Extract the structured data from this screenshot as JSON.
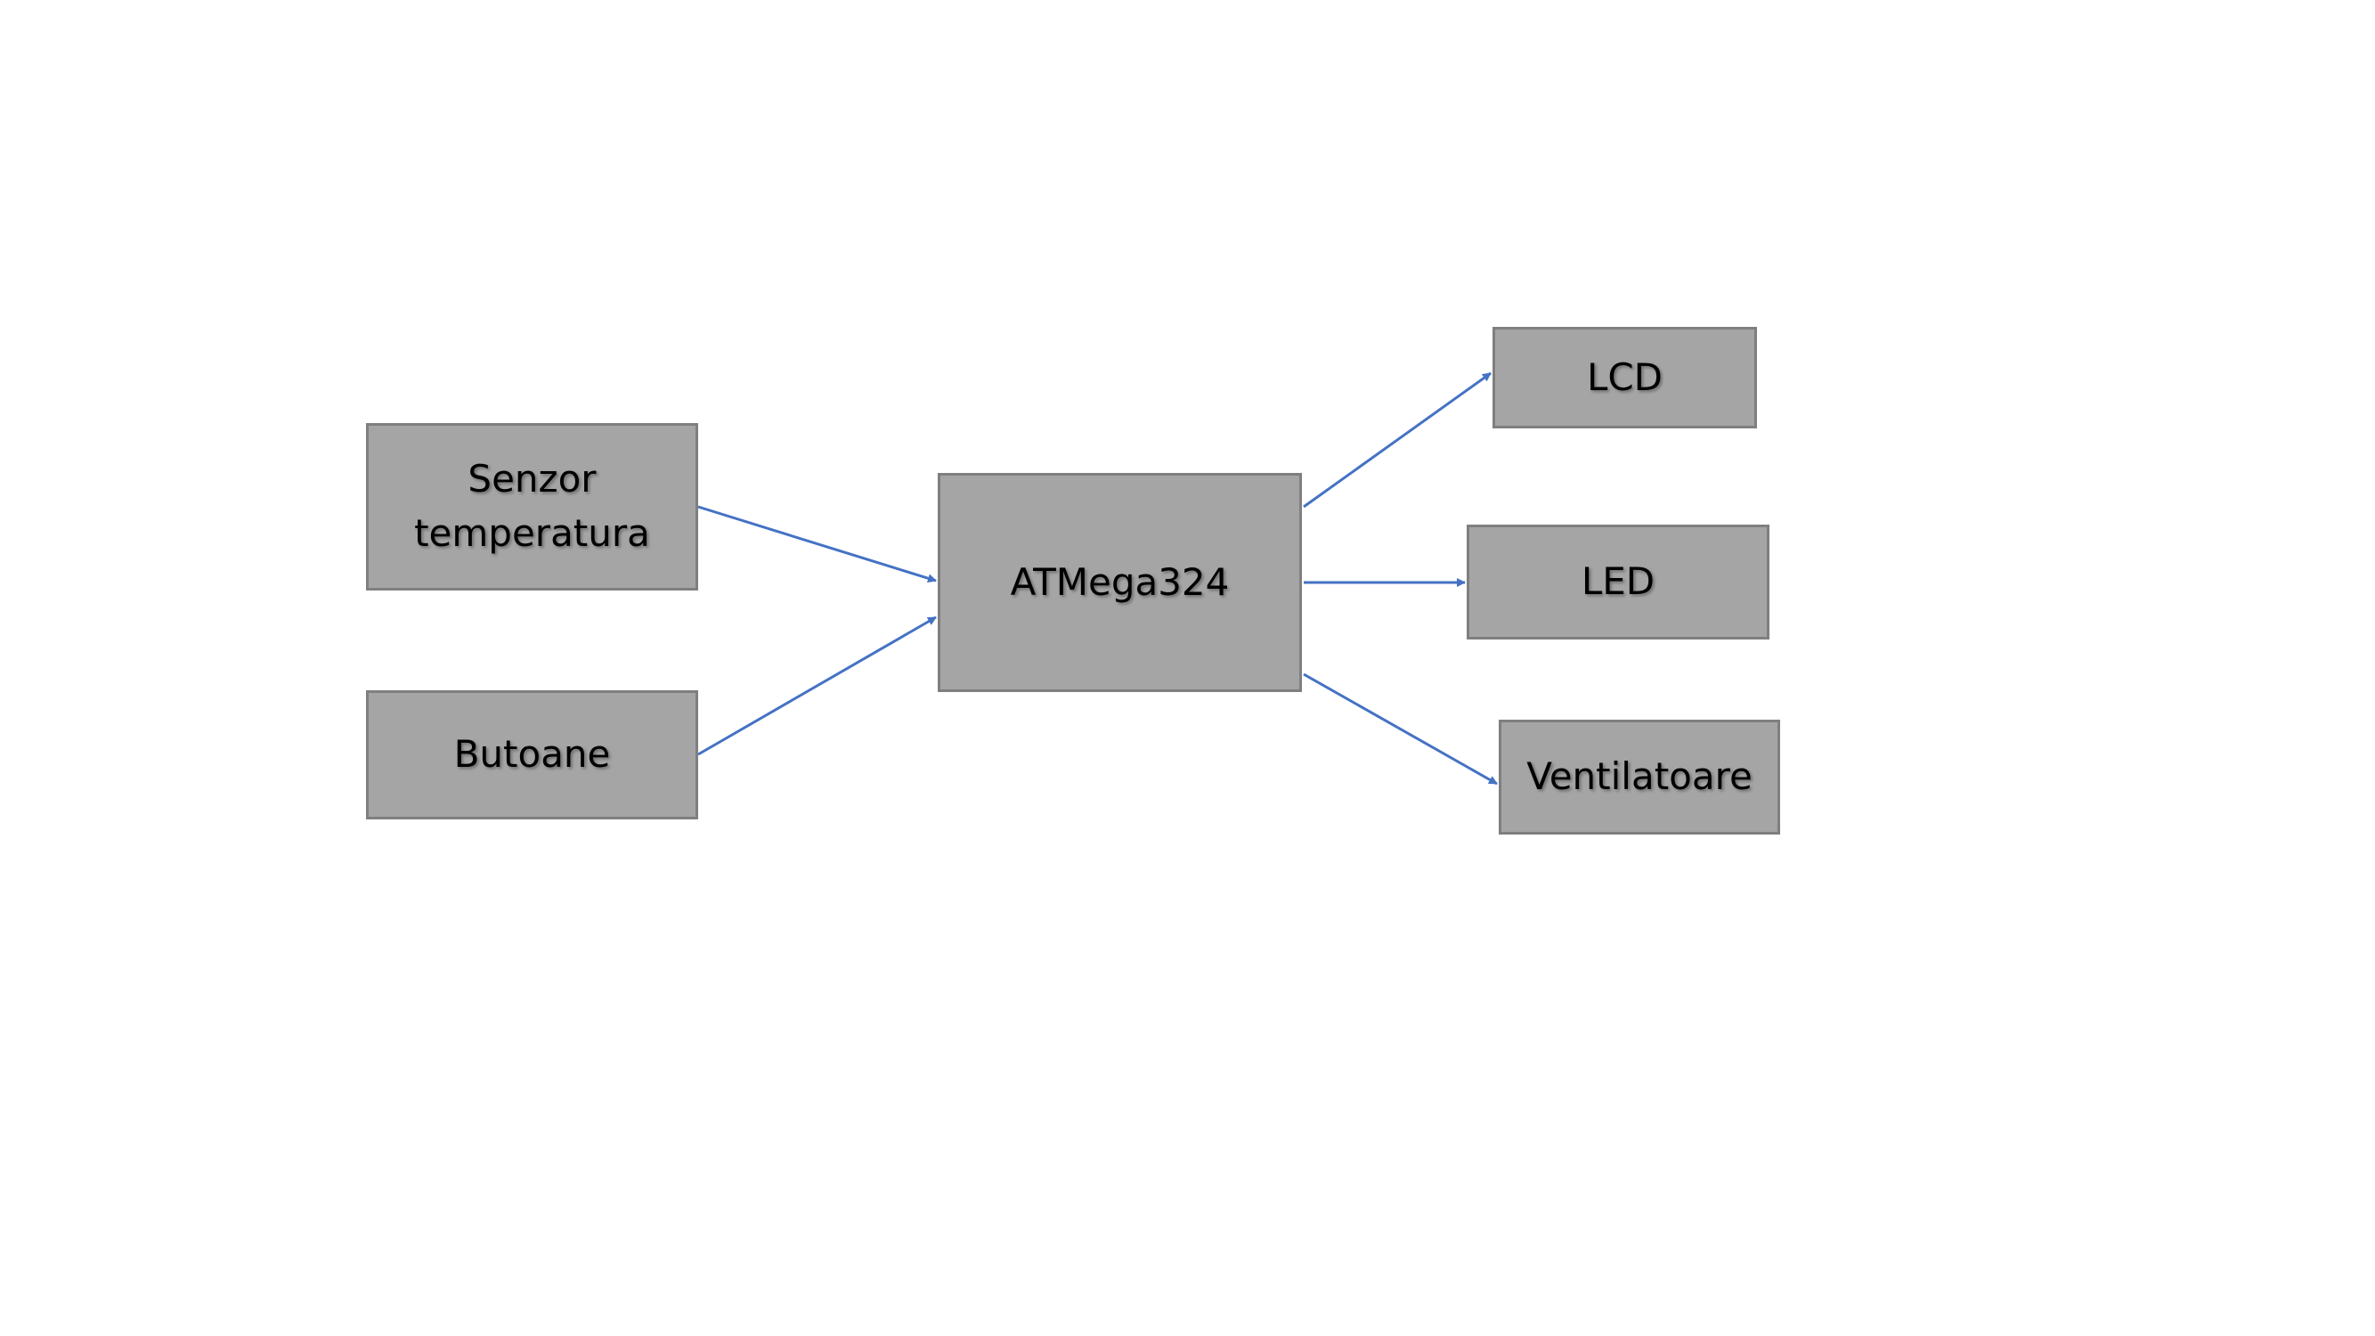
{
  "diagram": {
    "nodes": [
      {
        "id": "senzor",
        "label": "Senzor\ntemperatura"
      },
      {
        "id": "butoane",
        "label": "Butoane"
      },
      {
        "id": "atmega",
        "label": "ATMega324"
      },
      {
        "id": "lcd",
        "label": "LCD"
      },
      {
        "id": "led",
        "label": "LED"
      },
      {
        "id": "ventilatoare",
        "label": "Ventilatoare"
      }
    ],
    "edges": [
      {
        "from": "senzor",
        "to": "atmega"
      },
      {
        "from": "butoane",
        "to": "atmega"
      },
      {
        "from": "atmega",
        "to": "lcd"
      },
      {
        "from": "atmega",
        "to": "led"
      },
      {
        "from": "atmega",
        "to": "ventilatoare"
      }
    ]
  },
  "colors": {
    "node_fill": "#a5a5a5",
    "node_border": "#7f7f7f",
    "arrow": "#4472c4",
    "text": "#000000",
    "background": "#ffffff"
  }
}
